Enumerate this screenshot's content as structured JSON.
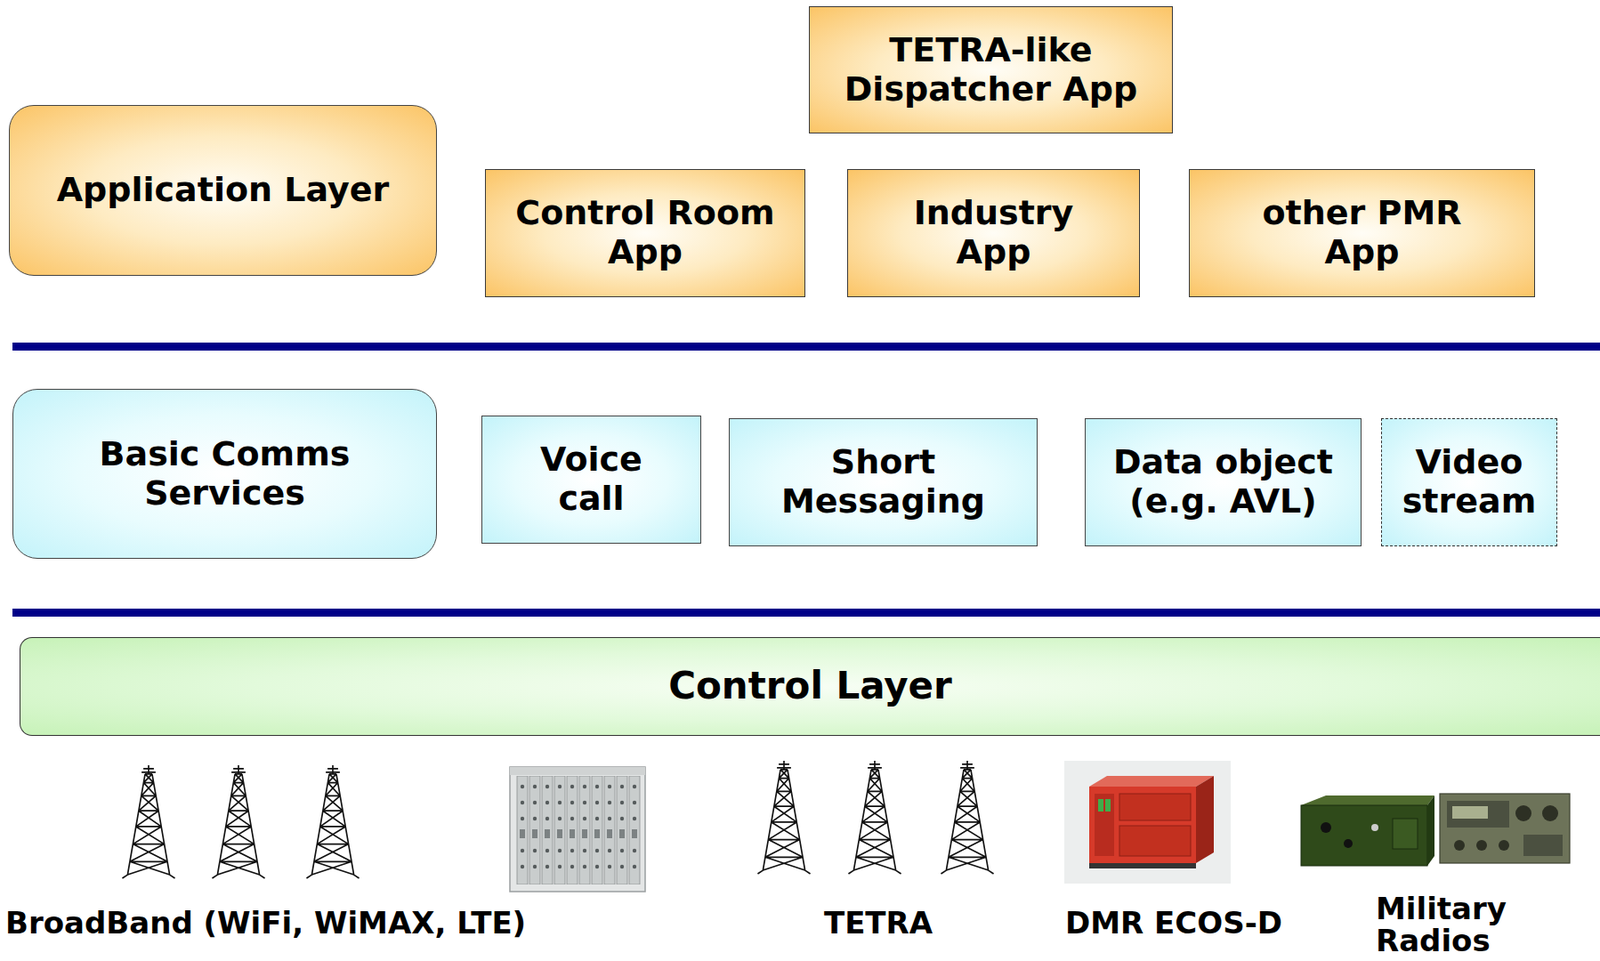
{
  "diagram": {
    "nodes": [
      {
        "text": [
          "TETRA-like Dispatcher App"
        ]
      },
      {
        "text": [
          "Application Layer"
        ]
      },
      {
        "text": [
          "Control Room App"
        ]
      },
      {
        "text": [
          "Industry App"
        ]
      },
      {
        "text": [
          "other PMR App"
        ]
      },
      {
        "text": [
          "Basic Comms Services"
        ]
      },
      {
        "text": [
          "Voice call"
        ]
      },
      {
        "text": [
          "Short Messaging"
        ]
      },
      {
        "text": [
          "Data object (e.g. AVL)"
        ]
      },
      {
        "text": [
          "Video stream"
        ]
      },
      {
        "text": [
          "Control Layer"
        ]
      }
    ],
    "labels": [
      "BroadBand (WiFi, WiMAX, LTE)",
      "TETRA",
      "DMR ECOS-D",
      "Military Radios"
    ]
  }
}
